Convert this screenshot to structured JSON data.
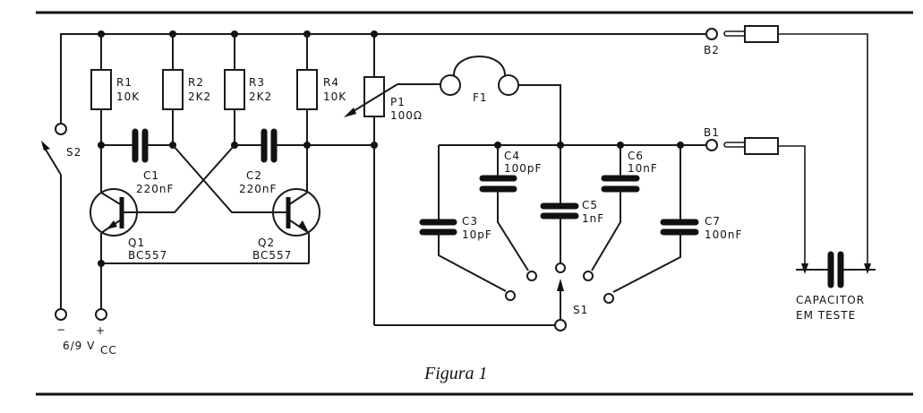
{
  "figure": {
    "caption": "Figura 1",
    "type": "circuit-schematic"
  },
  "components": {
    "R1": {
      "ref": "R1",
      "value": "10K"
    },
    "R2": {
      "ref": "R2",
      "value": "2K2"
    },
    "R3": {
      "ref": "R3",
      "value": "2K2"
    },
    "R4": {
      "ref": "R4",
      "value": "10K"
    },
    "C1": {
      "ref": "C1",
      "value": "220nF"
    },
    "C2": {
      "ref": "C2",
      "value": "220nF"
    },
    "Q1": {
      "ref": "Q1",
      "value": "BC557"
    },
    "Q2": {
      "ref": "Q2",
      "value": "BC557"
    },
    "P1": {
      "ref": "P1",
      "value": "100Ω"
    },
    "F1": {
      "ref": "F1"
    },
    "C3": {
      "ref": "C3",
      "value": "10pF"
    },
    "C4": {
      "ref": "C4",
      "value": "100pF"
    },
    "C5": {
      "ref": "C5",
      "value": "1nF"
    },
    "C6": {
      "ref": "C6",
      "value": "10nF"
    },
    "C7": {
      "ref": "C7",
      "value": "100nF"
    },
    "S1": {
      "ref": "S1"
    },
    "S2": {
      "ref": "S2"
    },
    "B1": {
      "ref": "B1"
    },
    "B2": {
      "ref": "B2"
    }
  },
  "supply": {
    "minus": "−",
    "plus": "+",
    "voltage_main": "6/9 V",
    "voltage_sub": "CC"
  },
  "dut": {
    "line1": "CAPACITOR",
    "line2": "EM TESTE"
  }
}
